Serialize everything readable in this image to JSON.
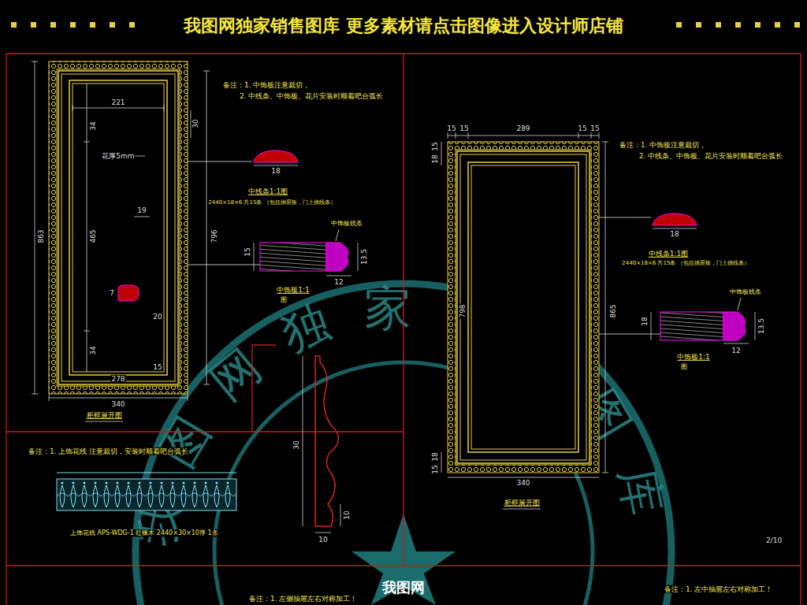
{
  "diagram": {
    "title": "我图网独家销售图库 更多素材请点击图像进入设计师店铺",
    "labels": [
      "备注：1. 中饰板注意裁切，",
      "2. 中线条、中饰板、花片安装时顺着吧台弧长",
      "221",
      "30",
      "34",
      "花厚5mm",
      "19",
      "863",
      "465",
      "796",
      "7",
      "20",
      "34",
      "15",
      "278",
      "340",
      "柜框展开图",
      "18",
      "中线条1:1图",
      "2440×18×6  共15条 （包括抽屉板，门上抽线条）",
      "中饰板线条",
      "15",
      "13.5",
      "12",
      "中饰板1:1",
      "图",
      "备注：1. 上饰花线  注意裁切，安装时顺着吧台弧长",
      "上饰花线   APS-WDG-1   红橡木   2440×30×10厚   1条",
      "30",
      "10",
      "10",
      "备注：1. 中饰板注意裁切，",
      "2. 中线条、中饰板、花片安装时顺着吧台弧长",
      "15",
      "15",
      "289",
      "15",
      "15",
      "15",
      "18",
      "798",
      "865",
      "18",
      "15",
      "340",
      "柜框展开图",
      "18",
      "中线条1:1图",
      "2440×18×6  共15条 （包括抽屉板，门上抽线条）",
      "中饰板线条",
      "18",
      "13.5",
      "12",
      "中饰板1:1",
      "图",
      "2/10",
      "备注：1. 左侧抽屉左右对称加工！",
      "备注：1. 左中抽屉左右对称加工！",
      "我图网独家销售图库",
      "我图网"
    ]
  }
}
